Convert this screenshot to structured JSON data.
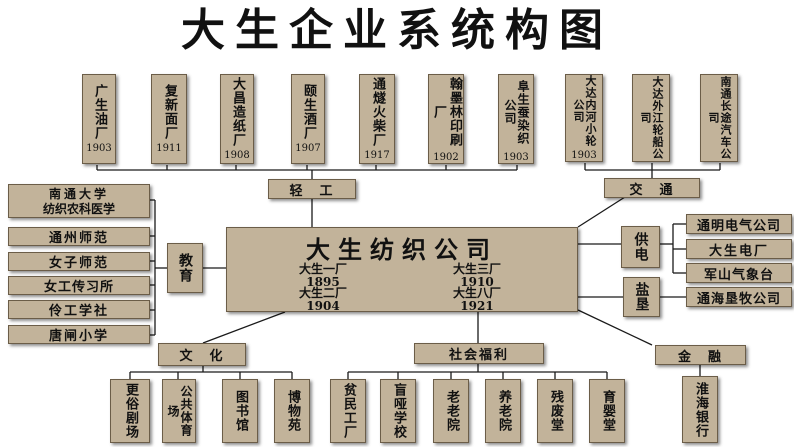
{
  "title": "大生企业系统构图",
  "center": {
    "name": "大生纺织公司",
    "mills": [
      {
        "name": "大生一厂",
        "year": "1895"
      },
      {
        "name": "大生二厂",
        "year": "1904"
      },
      {
        "name": "大生三厂",
        "year": "1910"
      },
      {
        "name": "大生八厂",
        "year": "1921"
      }
    ]
  },
  "light_industry": {
    "label": "轻　工",
    "items": [
      {
        "name": "广生油厂",
        "year": "1903"
      },
      {
        "name": "复新面厂",
        "year": "1911"
      },
      {
        "name": "大昌造纸厂",
        "year": "1908"
      },
      {
        "name": "颐生酒厂",
        "year": "1907"
      },
      {
        "name": "通燧火柴厂",
        "year": "1917"
      },
      {
        "name": "翰墨林印刷厂",
        "year": "1902"
      },
      {
        "name": "阜生蚕染织公司",
        "year": "1903"
      }
    ]
  },
  "transport": {
    "label": "交　通",
    "items": [
      {
        "name": "大达内河小轮公司",
        "year": "1903"
      },
      {
        "name": "大达外江轮船公司",
        "year": ""
      },
      {
        "name": "南通长途汽车公司",
        "year": ""
      }
    ]
  },
  "education": {
    "label": "教育",
    "items": [
      "南通大学",
      "纺织农科医学",
      "通州师范",
      "女子师范",
      "女工传习所",
      "伶工学社",
      "唐闸小学"
    ]
  },
  "power": {
    "label": "供电",
    "items": [
      "通明电气公司",
      "大生电厂",
      "军山气象台"
    ]
  },
  "reclamation": {
    "label": "盐垦",
    "items": [
      "通海垦牧公司"
    ]
  },
  "culture": {
    "label": "文　化",
    "items": [
      "更俗剧场",
      "公共体育场",
      "图书馆",
      "博物苑"
    ]
  },
  "welfare": {
    "label": "社会福利",
    "items": [
      "贫民工厂",
      "盲哑学校",
      "老老院",
      "养老院",
      "残废堂",
      "育婴堂"
    ]
  },
  "finance": {
    "label": "金　融",
    "items": [
      "淮海银行"
    ]
  }
}
